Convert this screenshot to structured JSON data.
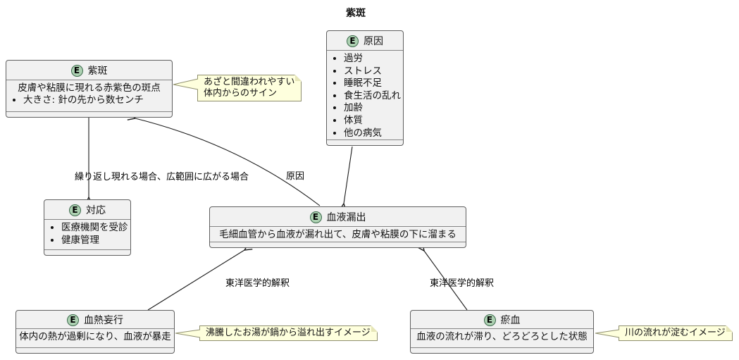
{
  "title": "紫斑",
  "entities": {
    "purpura": {
      "spot": "E",
      "name": "紫斑",
      "line": "皮膚や粘膜に現れる赤紫色の斑点",
      "items": [
        "大きさ: 針の先から数センチ"
      ]
    },
    "causes": {
      "spot": "E",
      "name": "原因",
      "items": [
        "過労",
        "ストレス",
        "睡眠不足",
        "食生活の乱れ",
        "加齢",
        "体質",
        "他の病気"
      ]
    },
    "response": {
      "spot": "E",
      "name": "対応",
      "items": [
        "医療機関を受診",
        "健康管理"
      ]
    },
    "blood_leakage": {
      "spot": "E",
      "name": "血液漏出",
      "line": "毛細血管から血液が漏れ出て、皮膚や粘膜の下に溜まる"
    },
    "blood_heat": {
      "spot": "E",
      "name": "血熱妄行",
      "line": "体内の熱が過剰になり、血液が暴走"
    },
    "blood_stasis": {
      "spot": "E",
      "name": "瘀血",
      "line": "血液の流れが滞り、どろどろとした状態"
    }
  },
  "notes": {
    "purpura_note": {
      "line1": "あざと間違われやすい",
      "line2": "体内からのサイン"
    },
    "blood_heat_note": {
      "line1": "沸騰したお湯が鍋から溢れ出すイメージ"
    },
    "blood_stasis_note": {
      "line1": "川の流れが淀むイメージ"
    }
  },
  "edges": {
    "purpura_to_response": "繰り返し現れる場合、広範囲に広がる場合",
    "leakage_to_purpura": "原因",
    "heat_to_leakage": "東洋医学的解釈",
    "stasis_to_leakage": "東洋医学的解釈"
  },
  "colors": {
    "entity_fill": "#f1f1f1",
    "entity_border": "#5f5f5f",
    "spot_fill": "#add1b2",
    "spot_border": "#3d6a4d",
    "note_fill": "#feffdd",
    "note_border": "#8f8f6e",
    "line": "#1c1c1c"
  }
}
